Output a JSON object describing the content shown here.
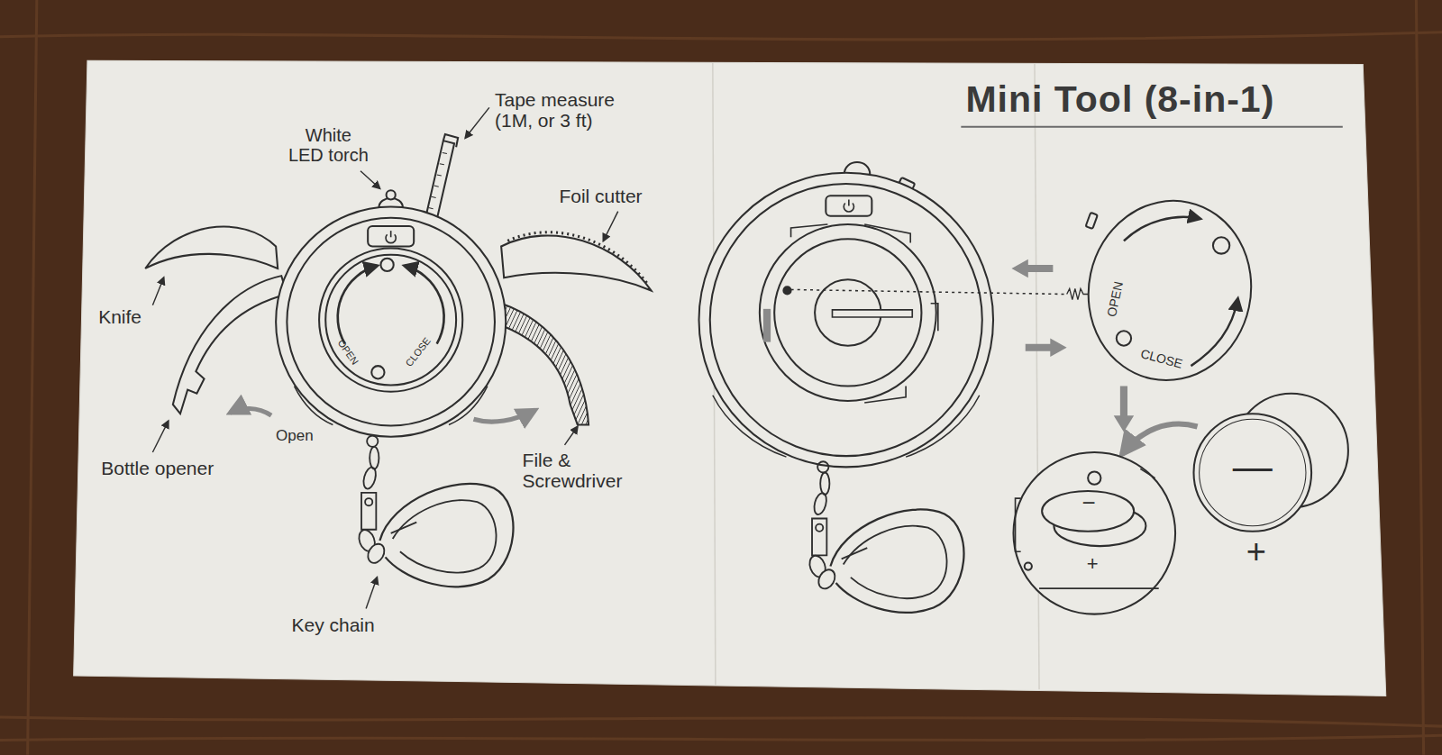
{
  "diagram": {
    "title": "Mini Tool (8-in-1)",
    "labels": [
      "White LED torch",
      "Tape measure (1M, or 3 ft)",
      "Foil cutter",
      "Knife",
      "Bottle opener",
      "Open",
      "File & Screwdriver",
      "Key chain",
      "OPEN",
      "CLOSE",
      "OPEN",
      "CLOSE",
      "−",
      "+",
      "—",
      "+"
    ]
  }
}
